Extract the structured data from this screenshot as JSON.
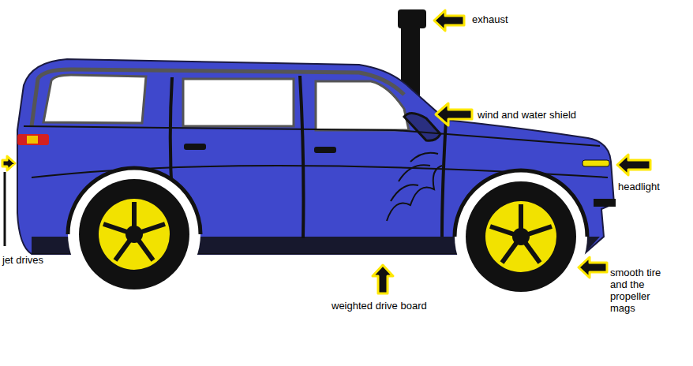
{
  "diagram": {
    "labels": [
      "exhaust",
      "wind and water shield",
      "headlight",
      "smooth tire and the propeller mags",
      "weighted drive board",
      "jet drives"
    ]
  }
}
